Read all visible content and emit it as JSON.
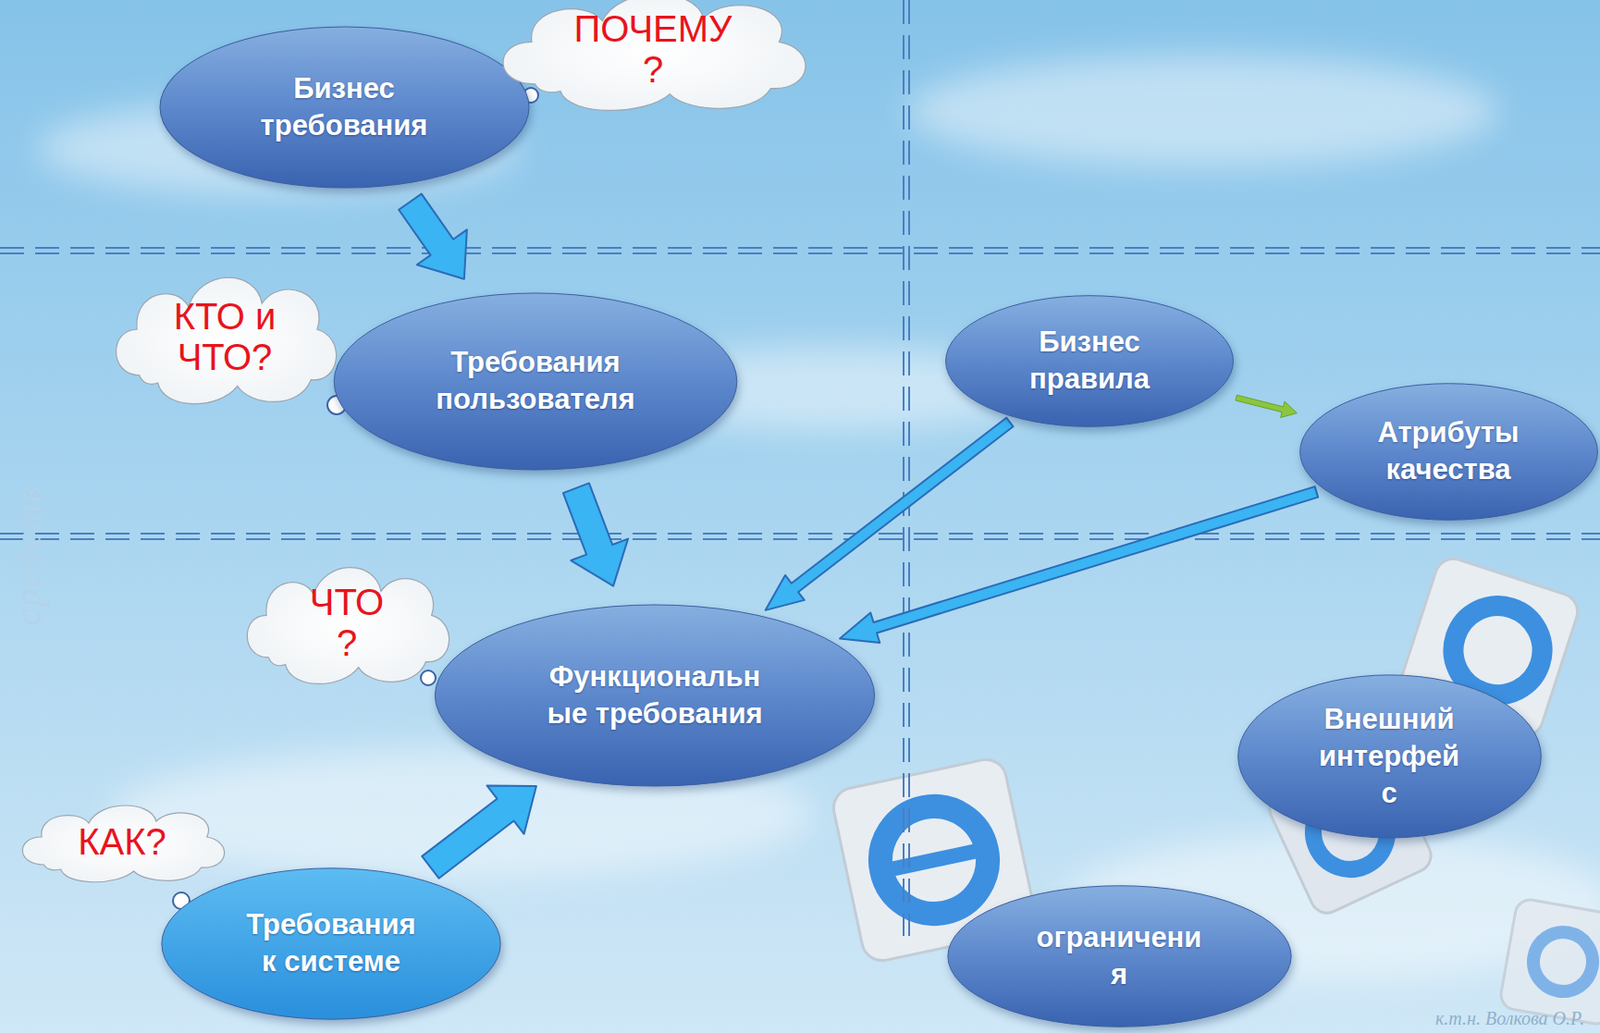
{
  "diagram": {
    "nodes": [
      {
        "text": [
          "Бизнес требования"
        ]
      },
      {
        "text": [
          "ПОЧЕМУ ?"
        ]
      },
      {
        "text": [
          "КТО и ЧТО?"
        ]
      },
      {
        "text": [
          "Требования пользователя"
        ]
      },
      {
        "text": [
          "Бизнес правила"
        ]
      },
      {
        "text": [
          "Атрибуты качества"
        ]
      },
      {
        "text": [
          "ЧТО ?"
        ]
      },
      {
        "text": [
          "Функциональн ые требования"
        ]
      },
      {
        "text": [
          "Внешний интерфей с"
        ]
      },
      {
        "text": [
          "КАК?"
        ]
      },
      {
        "text": [
          "Требования к системе"
        ]
      },
      {
        "text": [
          "ограничени я"
        ]
      }
    ],
    "edges": [
      {
        "from": 0,
        "to": 3,
        "arrow": "to"
      },
      {
        "from": 3,
        "to": 7,
        "arrow": "to"
      },
      {
        "from": 4,
        "to": 7,
        "arrow": "to"
      },
      {
        "from": 5,
        "to": 7,
        "arrow": "to"
      },
      {
        "from": 10,
        "to": 7,
        "arrow": "to"
      },
      {
        "from": 4,
        "to": 5,
        "arrow": "to"
      }
    ],
    "labels": [
      "средств",
      "к.т.н. Волкова О.Р."
    ]
  }
}
